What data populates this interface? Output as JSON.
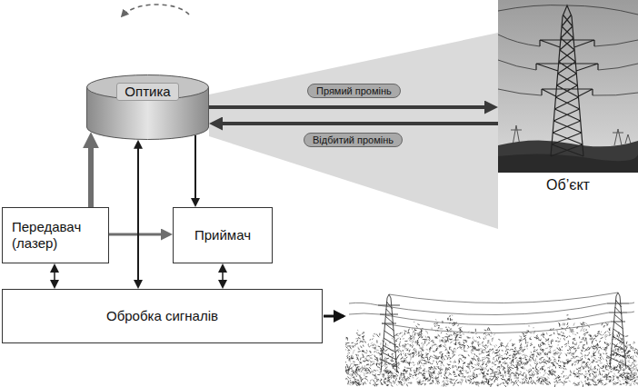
{
  "diagram": {
    "nodes": [
      {
        "text": [
          "Оптика"
        ]
      },
      {
        "text": [
          "Об’єкт"
        ]
      },
      {
        "text": [
          "Передавач (лазер)"
        ]
      },
      {
        "text": [
          "Приймач"
        ]
      },
      {
        "text": [
          "Обробка сигналів"
        ]
      }
    ],
    "edges": [
      {
        "from": 2,
        "to": 0,
        "arrow": "to"
      },
      {
        "from": 2,
        "to": 3,
        "arrow": "to"
      },
      {
        "from": 0,
        "to": 3,
        "arrow": "to"
      },
      {
        "from": 0,
        "to": 4,
        "arrow": "both"
      },
      {
        "from": 2,
        "to": 4,
        "arrow": "both"
      },
      {
        "from": 3,
        "to": 4,
        "arrow": "both"
      },
      {
        "from": 0,
        "to": 1,
        "label": "Прямий промінь",
        "arrow": "to"
      },
      {
        "from": 1,
        "to": 0,
        "label": "Відбитий промінь",
        "arrow": "to"
      }
    ]
  }
}
